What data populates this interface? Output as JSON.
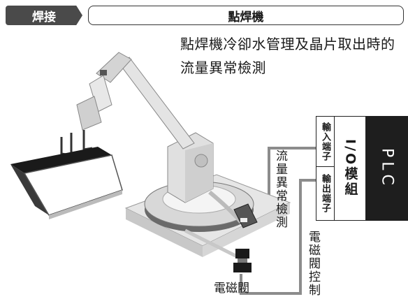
{
  "header": {
    "category": "焊接",
    "title": "點焊機"
  },
  "description": "點焊機冷卻水管理及晶片取出時的流量異常檢測",
  "io_module": {
    "input_terminal": "輸入端子",
    "output_terminal": "輸出端子",
    "label": "I/O模組"
  },
  "plc_label": "PLC",
  "labels": {
    "flow_detection": "流量異常檢測",
    "valve_control": "電磁閥控制",
    "solenoid_valve": "電磁閥"
  },
  "colors": {
    "tag_bg": "#4a4a4a",
    "plc_bg": "#1e1e1e",
    "cable": "#8c8c8c"
  }
}
